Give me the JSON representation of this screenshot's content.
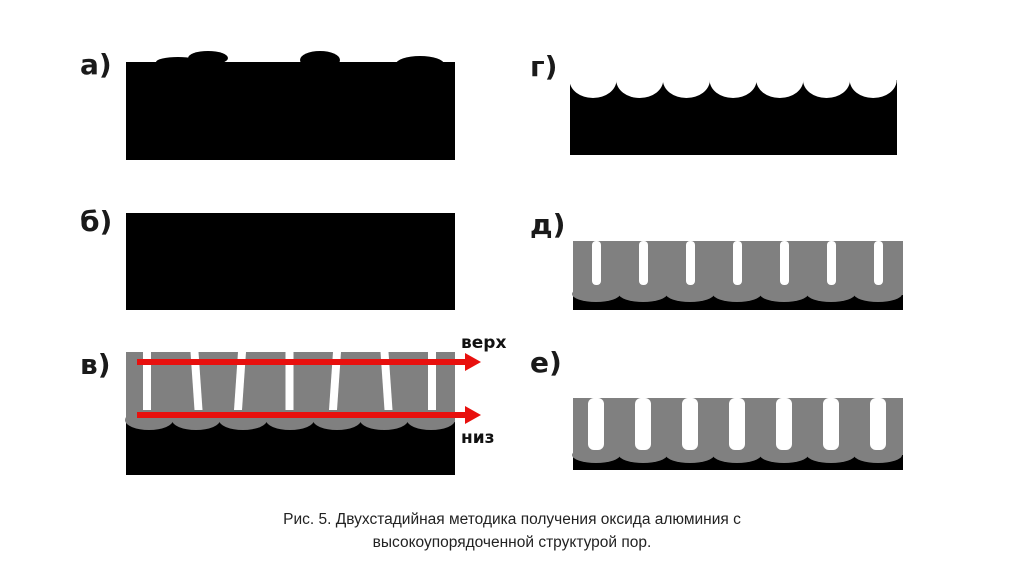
{
  "panels": [
    {
      "label": "а)"
    },
    {
      "label": "б)"
    },
    {
      "label": "в)"
    },
    {
      "label": "г)"
    },
    {
      "label": "д)"
    },
    {
      "label": "е)"
    }
  ],
  "arrows": {
    "top": "верх",
    "bottom": "низ"
  },
  "colors": {
    "metal": "#000000",
    "oxide": "#808080",
    "pore": "#ffffff",
    "arrow": "#e8100e"
  },
  "caption": {
    "line1": "Рис. 5. Двухстадийная методика получения оксида алюминия с",
    "line2": "высокоупорядоченной структурой пор."
  }
}
